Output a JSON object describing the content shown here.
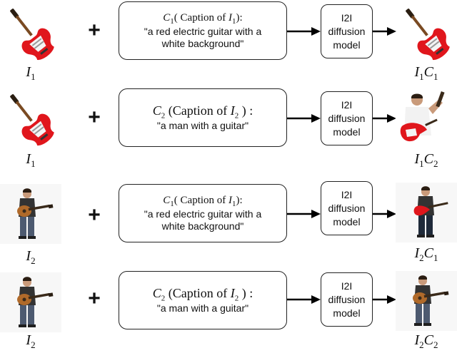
{
  "rows": [
    {
      "input_label": {
        "main": "I",
        "sub": "1"
      },
      "caption_symbol": {
        "main": "C",
        "sub": "1"
      },
      "caption_of": "Caption of ",
      "caption_of_symbol": {
        "main": "I",
        "sub": "1"
      },
      "caption_text": "\"a red electric guitar with a white background\"",
      "model_label": "I2I diffusion model",
      "output_label": {
        "a": "I",
        "a_sub": "1",
        "b": "C",
        "b_sub": "1"
      }
    },
    {
      "input_label": {
        "main": "I",
        "sub": "1"
      },
      "caption_symbol": {
        "main": "C",
        "sub": "2"
      },
      "caption_of": "Caption of ",
      "caption_of_symbol": {
        "main": "I",
        "sub": "2"
      },
      "caption_text": "\"a man with a guitar\"",
      "model_label": "I2I diffusion model",
      "output_label": {
        "a": "I",
        "a_sub": "1",
        "b": "C",
        "b_sub": "2"
      }
    },
    {
      "input_label": {
        "main": "I",
        "sub": "2"
      },
      "caption_symbol": {
        "main": "C",
        "sub": "1"
      },
      "caption_of": "Caption of ",
      "caption_of_symbol": {
        "main": "I",
        "sub": "1"
      },
      "caption_text": "\"a red electric guitar with a white background\"",
      "model_label": "I2I diffusion model",
      "output_label": {
        "a": "I",
        "a_sub": "2",
        "b": "C",
        "b_sub": "1"
      }
    },
    {
      "input_label": {
        "main": "I",
        "sub": "2"
      },
      "caption_symbol": {
        "main": "C",
        "sub": "2"
      },
      "caption_of": "Caption of ",
      "caption_of_symbol": {
        "main": "I",
        "sub": "2"
      },
      "caption_text": "\"a man with a guitar\"",
      "model_label": "I2I diffusion model",
      "output_label": {
        "a": "I",
        "a_sub": "2",
        "b": "C",
        "b_sub": "2"
      }
    }
  ],
  "plus_symbol": "+",
  "colors": {
    "guitar_red": "#e0161c",
    "guitar_white": "#f4f4f4",
    "neck": "#3a2a1a",
    "acoustic": "#b06a2a",
    "shirt_dark": "#333333",
    "jeans": "#4d5a70"
  }
}
